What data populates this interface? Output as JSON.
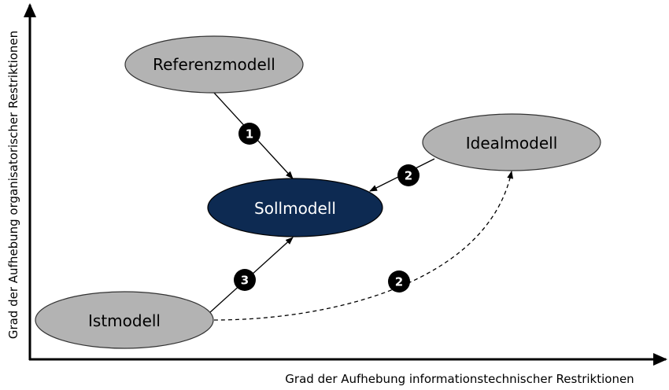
{
  "nodes": {
    "referenzmodell": {
      "label": "Referenzmodell",
      "fill": "#b3b3b3"
    },
    "idealmodell": {
      "label": "Idealmodell",
      "fill": "#b3b3b3"
    },
    "sollmodell": {
      "label": "Sollmodell",
      "fill": "#0d2a52"
    },
    "istmodell": {
      "label": "Istmodell",
      "fill": "#b3b3b3"
    }
  },
  "badges": {
    "ref_to_soll": "1",
    "ideal_to_soll": "2",
    "ist_to_soll": "3",
    "ist_to_ideal": "2"
  },
  "axes": {
    "x_label": "Grad der Aufhebung informationstechnischer Restriktionen",
    "y_label": "Grad der Aufhebung organisatorischer Restriktionen"
  }
}
